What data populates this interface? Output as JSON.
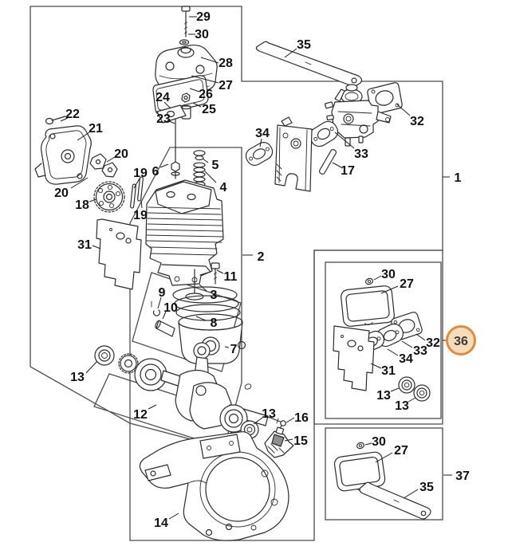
{
  "diagram": {
    "type": "exploded-parts-diagram",
    "background_color": "#ffffff",
    "line_color": "#2b2b2b",
    "box_color": "#4c4c4c",
    "highlight": {
      "fill": "#F8DCBA",
      "stroke": "#DE8B3E",
      "selected_part": "36"
    },
    "callouts": {
      "c29": "29",
      "c30a": "30",
      "c28": "28",
      "c27a": "27",
      "c26": "26",
      "c25": "25",
      "c24": "24",
      "c23": "23",
      "c22": "22",
      "c21": "21",
      "c20a": "20",
      "c20b": "20",
      "c18": "18",
      "c19a": "19",
      "c6": "6",
      "c19b": "19",
      "c5": "5",
      "c4": "4",
      "c31a": "31",
      "c2": "2",
      "c11": "11",
      "c3": "3",
      "c9": "9",
      "c10": "10",
      "c8": "8",
      "c7": "7",
      "c13a": "13",
      "c12": "12",
      "c13b": "13",
      "c16": "16",
      "c15": "15",
      "c14": "14",
      "c35a": "35",
      "c32a": "32",
      "c33a": "33",
      "c17": "17",
      "c34a": "34",
      "c1": "1",
      "g30": "30",
      "g27": "27",
      "g32": "32",
      "g33": "33",
      "g34": "34",
      "g31": "31",
      "g13a": "13",
      "g13b": "13",
      "h30": "30",
      "h27": "27",
      "h35": "35",
      "c37": "37",
      "c36": "36"
    }
  }
}
